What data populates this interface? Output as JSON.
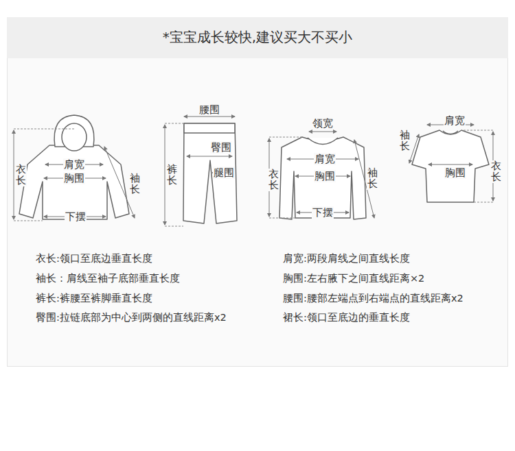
{
  "diagram": {
    "title": "*宝宝成长较快,建议买大不买小",
    "labels": [
      "衣长",
      "肩宽",
      "胸围",
      "袖长",
      "下摆",
      "腰围",
      "臀围",
      "裤长",
      "腿围",
      "领宽",
      "肩宽",
      "胸围",
      "衣长",
      "袖长",
      "下摆",
      "袖长",
      "肩宽",
      "胸围",
      "衣长",
      "衣长:领口至底边垂直长度",
      "肩宽:两段肩线之间直线长度",
      "袖长：肩线至袖子底部垂直长度",
      "胸围:左右腋下之间直线距离×2",
      "裤长:裤腰至裤脚垂直长度",
      "腰围:腰部左端点到右端点的直线距离x2",
      "臀围:拉链底部为中心到两侧的直线距离x2",
      "裙长:领口至底边的垂直长度"
    ]
  }
}
